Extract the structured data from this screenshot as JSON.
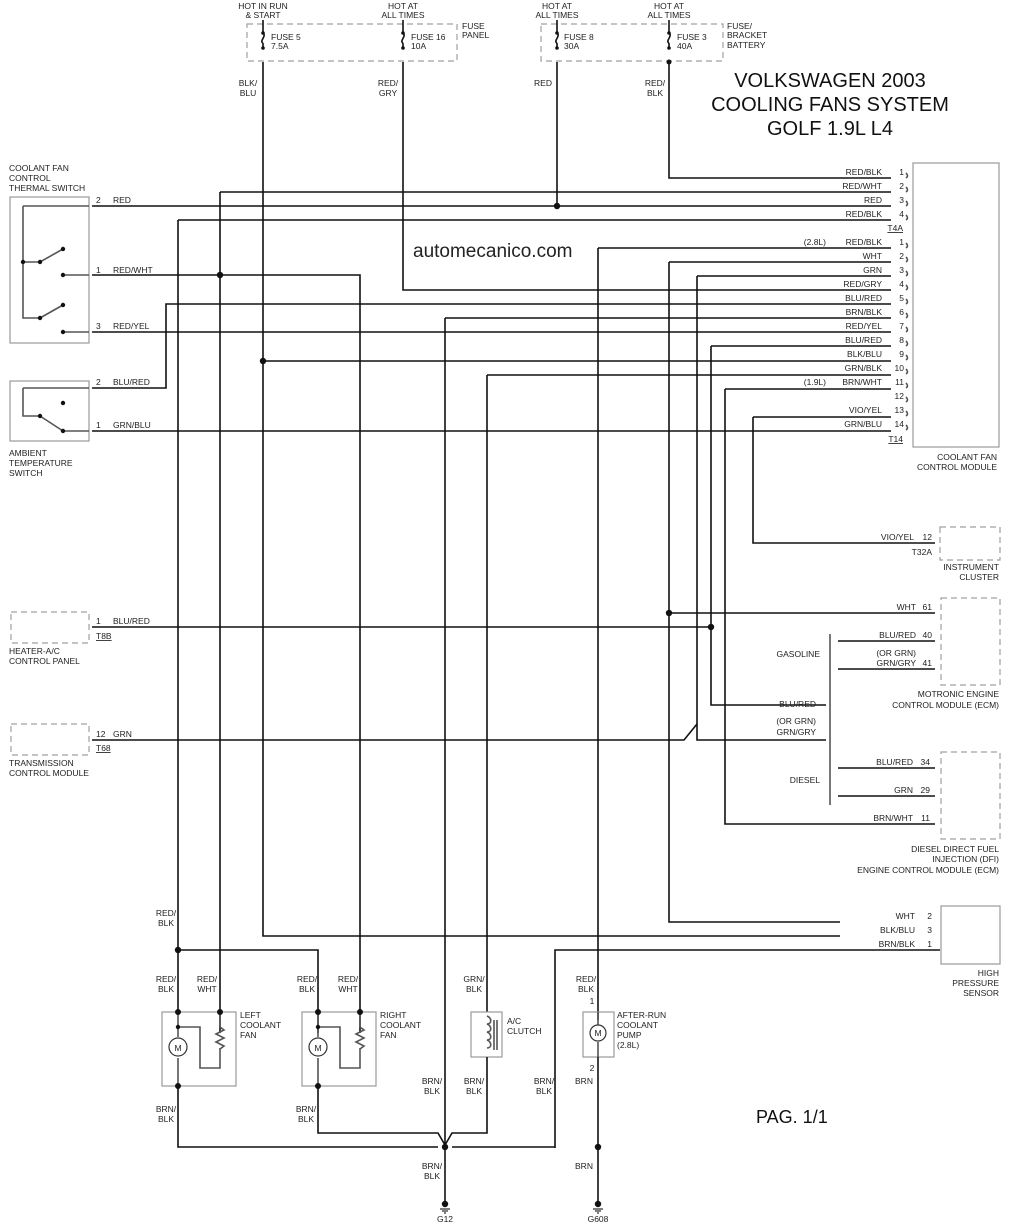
{
  "title": {
    "line1": "VOLKSWAGEN 2003",
    "line2": "COOLING FANS SYSTEM",
    "line3": "GOLF 1.9L L4"
  },
  "watermark": "automecanico.com",
  "page_label": "PAG. 1/1",
  "fuse_panel": {
    "label": [
      "FUSE",
      "PANEL"
    ],
    "fuses": [
      {
        "supply": [
          "HOT IN RUN",
          "& START"
        ],
        "name": "FUSE 5",
        "rating": "7.5A",
        "wire": [
          "BLK/",
          "BLU"
        ]
      },
      {
        "supply": [
          "HOT AT",
          "ALL TIMES"
        ],
        "name": "FUSE 16",
        "rating": "10A",
        "wire": [
          "RED/",
          "GRY"
        ]
      }
    ]
  },
  "fuse_bracket": {
    "label": [
      "FUSE/",
      "BRACKET",
      "BATTERY"
    ],
    "fuses": [
      {
        "supply": [
          "HOT AT",
          "ALL TIMES"
        ],
        "name": "FUSE 8",
        "rating": "30A",
        "wire": [
          "RED"
        ]
      },
      {
        "supply": [
          "HOT AT",
          "ALL TIMES"
        ],
        "name": "FUSE 3",
        "rating": "40A",
        "wire": [
          "RED/",
          "BLK"
        ]
      }
    ]
  },
  "thermal_switch": {
    "label": [
      "COOLANT FAN",
      "CONTROL",
      "THERMAL SWITCH"
    ],
    "pins": [
      {
        "pin": "2",
        "wire": "RED"
      },
      {
        "pin": "1",
        "wire": "RED/WHT"
      },
      {
        "pin": "3",
        "wire": "RED/YEL"
      }
    ]
  },
  "ambient_switch": {
    "label": [
      "AMBIENT",
      "TEMPERATURE",
      "SWITCH"
    ],
    "pins": [
      {
        "pin": "2",
        "wire": "BLU/RED"
      },
      {
        "pin": "1",
        "wire": "GRN/BLU"
      }
    ]
  },
  "control_module": {
    "label": [
      "COOLANT FAN",
      "CONTROL MODULE"
    ],
    "t4a": {
      "connector": "T4A",
      "pins": [
        {
          "pin": "1",
          "wire": "RED/BLK",
          "note": ""
        },
        {
          "pin": "2",
          "wire": "RED/WHT",
          "note": ""
        },
        {
          "pin": "3",
          "wire": "RED",
          "note": ""
        },
        {
          "pin": "4",
          "wire": "RED/BLK",
          "note": ""
        }
      ]
    },
    "t14": {
      "connector": "T14",
      "pins": [
        {
          "pin": "1",
          "wire": "RED/BLK",
          "note": "(2.8L)"
        },
        {
          "pin": "2",
          "wire": "WHT",
          "note": ""
        },
        {
          "pin": "3",
          "wire": "GRN",
          "note": ""
        },
        {
          "pin": "4",
          "wire": "RED/GRY",
          "note": ""
        },
        {
          "pin": "5",
          "wire": "BLU/RED",
          "note": ""
        },
        {
          "pin": "6",
          "wire": "BRN/BLK",
          "note": ""
        },
        {
          "pin": "7",
          "wire": "RED/YEL",
          "note": ""
        },
        {
          "pin": "8",
          "wire": "BLU/RED",
          "note": ""
        },
        {
          "pin": "9",
          "wire": "BLK/BLU",
          "note": ""
        },
        {
          "pin": "10",
          "wire": "GRN/BLK",
          "note": ""
        },
        {
          "pin": "11",
          "wire": "BRN/WHT",
          "note": "(1.9L)"
        },
        {
          "pin": "12",
          "wire": "",
          "note": ""
        },
        {
          "pin": "13",
          "wire": "VIO/YEL",
          "note": ""
        },
        {
          "pin": "14",
          "wire": "GRN/BLU",
          "note": ""
        }
      ]
    }
  },
  "instrument_cluster": {
    "label": [
      "INSTRUMENT",
      "CLUSTER"
    ],
    "wire": "VIO/YEL",
    "pin": "12",
    "connector": "T32A"
  },
  "motronic_ecm": {
    "label": [
      "MOTRONIC ENGINE",
      "CONTROL MODULE (ECM)"
    ],
    "pins": [
      {
        "pin": "61",
        "wire": "WHT"
      },
      {
        "pin": "40",
        "wire": "BLU/RED"
      },
      {
        "pin": "41",
        "wire": "GRN/GRY",
        "alt": "(OR GRN)"
      }
    ]
  },
  "variant_labels": {
    "gasoline": "GASOLINE",
    "diesel": "DIESEL",
    "blu_red": "BLU/RED",
    "or_grn": "(OR GRN)",
    "grn_gry": "GRN/GRY"
  },
  "diesel_ecm": {
    "label": [
      "DIESEL DIRECT FUEL",
      "INJECTION (DFI)",
      "ENGINE CONTROL MODULE (ECM)"
    ],
    "pins": [
      {
        "pin": "34",
        "wire": "BLU/RED"
      },
      {
        "pin": "29",
        "wire": "GRN"
      },
      {
        "pin": "11",
        "wire": "BRN/WHT"
      }
    ]
  },
  "heater_panel": {
    "label": [
      "HEATER-A/C",
      "CONTROL PANEL"
    ],
    "pin": "1",
    "wire": "BLU/RED",
    "connector": "T8B"
  },
  "tcm": {
    "label": [
      "TRANSMISSION",
      "CONTROL MODULE"
    ],
    "pin": "12",
    "wire": "GRN",
    "connector": "T68"
  },
  "pressure_sensor": {
    "label": [
      "HIGH",
      "PRESSURE",
      "SENSOR"
    ],
    "pins": [
      {
        "pin": "2",
        "wire": "WHT"
      },
      {
        "pin": "3",
        "wire": "BLK/BLU"
      },
      {
        "pin": "1",
        "wire": "BRN/BLK"
      }
    ]
  },
  "left_fan": {
    "label": [
      "LEFT",
      "COOLANT",
      "FAN"
    ],
    "motor": "M"
  },
  "right_fan": {
    "label": [
      "RIGHT",
      "COOLANT",
      "FAN"
    ],
    "motor": "M"
  },
  "ac_clutch": {
    "label": [
      "A/C",
      "CLUTCH"
    ]
  },
  "coolant_pump": {
    "label": [
      "AFTER-RUN",
      "COOLANT",
      "PUMP",
      "(2.8L)"
    ],
    "motor": "M",
    "pin_top": "1",
    "pin_bottom": "2"
  },
  "wire_labels": {
    "red_blk": [
      "RED/",
      "BLK"
    ],
    "red_wht": [
      "RED/",
      "WHT"
    ],
    "grn_blk": [
      "GRN/",
      "BLK"
    ],
    "brn_blk": [
      "BRN/",
      "BLK"
    ],
    "brn": "BRN"
  },
  "grounds": {
    "g12": "G12",
    "g608": "G608"
  }
}
